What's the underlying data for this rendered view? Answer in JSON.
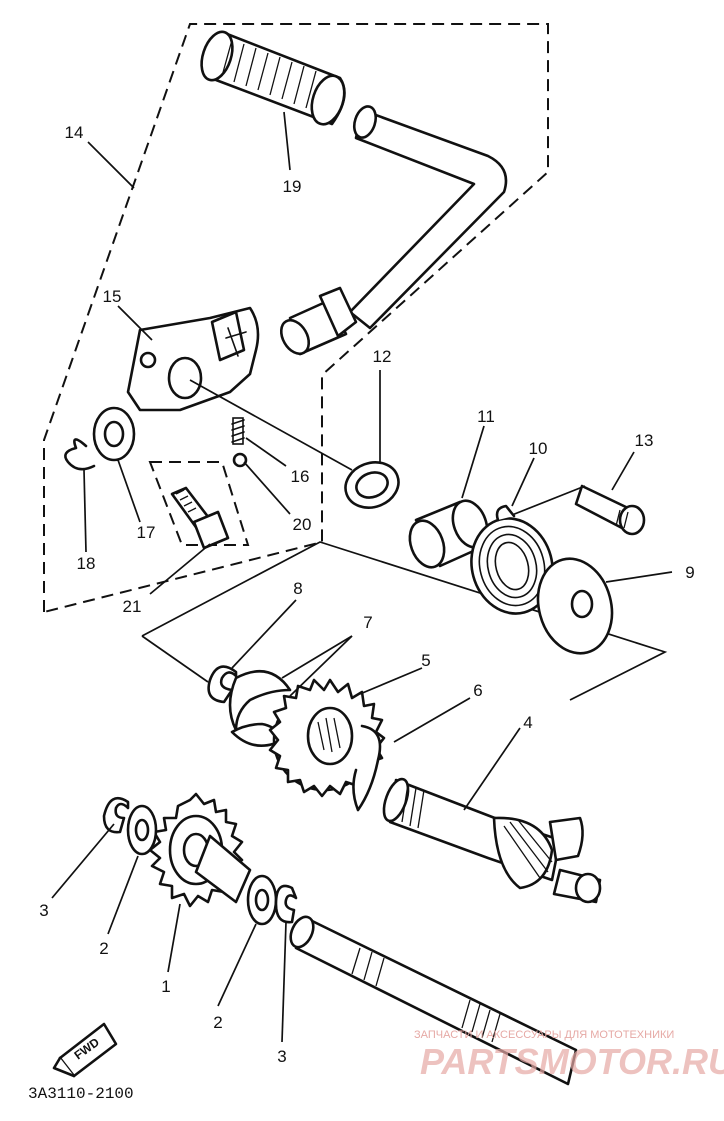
{
  "diagram": {
    "part_numbers": [
      "1",
      "2",
      "3",
      "4",
      "5",
      "6",
      "7",
      "8",
      "9",
      "10",
      "11",
      "12",
      "13",
      "14",
      "15",
      "16",
      "17",
      "18",
      "19",
      "20",
      "21"
    ],
    "labels": {
      "n19": "19",
      "n14": "14",
      "n15": "15",
      "n12": "12",
      "n11": "11",
      "n10": "10",
      "n13": "13",
      "n16": "16",
      "n17": "17",
      "n18": "18",
      "n20": "20",
      "n21": "21",
      "n8": "8",
      "n7": "7",
      "n9": "9",
      "n5": "5",
      "n6": "6",
      "n4": "4",
      "n3a": "3",
      "n2a": "2",
      "n1": "1",
      "n2b": "2",
      "n3b": "3"
    },
    "fwd_mark": "FWD",
    "drawing_code": "3A3110-2100",
    "watermark_top": "ЗАПЧАСТИ И АКСЕССУАРЫ ДЛЯ МОТОТЕХНИКИ",
    "watermark_brand": "PARTSMOTOR.RU"
  },
  "colors": {
    "line": "#111111",
    "background": "#ffffff",
    "watermark": "#e6a9a5"
  }
}
